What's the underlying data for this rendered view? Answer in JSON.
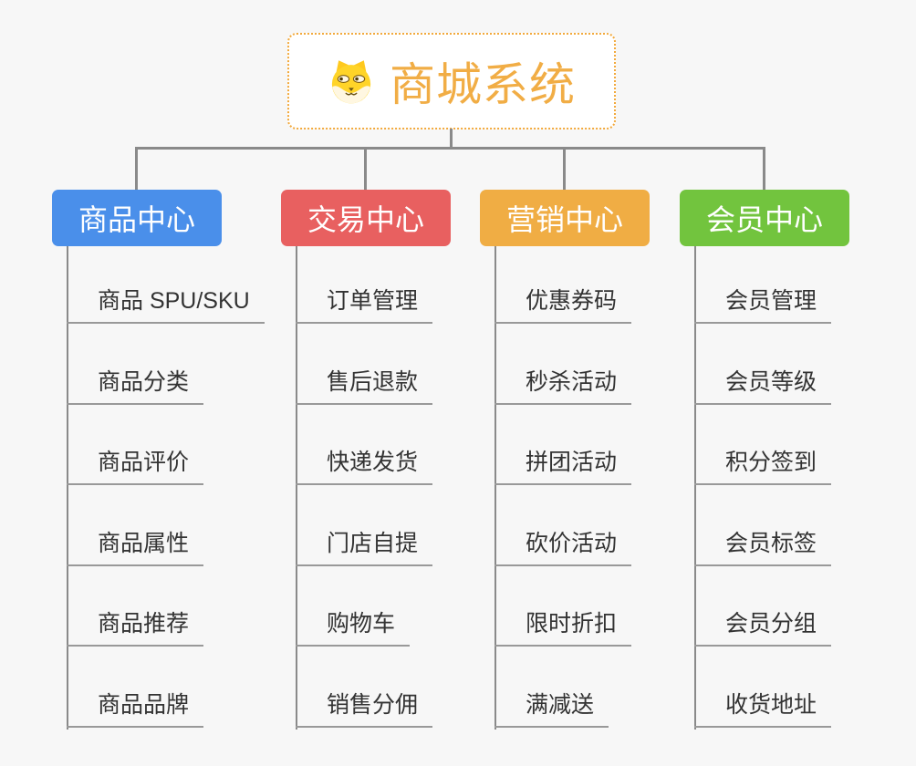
{
  "root": {
    "title": "商城系统",
    "icon": "dog-face-icon",
    "border_color": "#f2a93c",
    "title_color": "#f1ad45"
  },
  "branches": [
    {
      "label": "商品中心",
      "color": "#4a8fea",
      "items": [
        "商品 SPU/SKU",
        "商品分类",
        "商品评价",
        "商品属性",
        "商品推荐",
        "商品品牌"
      ]
    },
    {
      "label": "交易中心",
      "color": "#e86060",
      "items": [
        "订单管理",
        "售后退款",
        "快递发货",
        "门店自提",
        "购物车",
        "销售分佣"
      ]
    },
    {
      "label": "营销中心",
      "color": "#f0ad44",
      "items": [
        "优惠券码",
        "秒杀活动",
        "拼团活动",
        "砍价活动",
        "限时折扣",
        "满减送"
      ]
    },
    {
      "label": "会员中心",
      "color": "#72c43e",
      "items": [
        "会员管理",
        "会员等级",
        "积分签到",
        "会员标签",
        "会员分组",
        "收货地址"
      ]
    }
  ],
  "line_color": "#8a8a8a",
  "underline_color": "#999999",
  "background_color": "#f7f7f7",
  "item_text_color": "#333333"
}
